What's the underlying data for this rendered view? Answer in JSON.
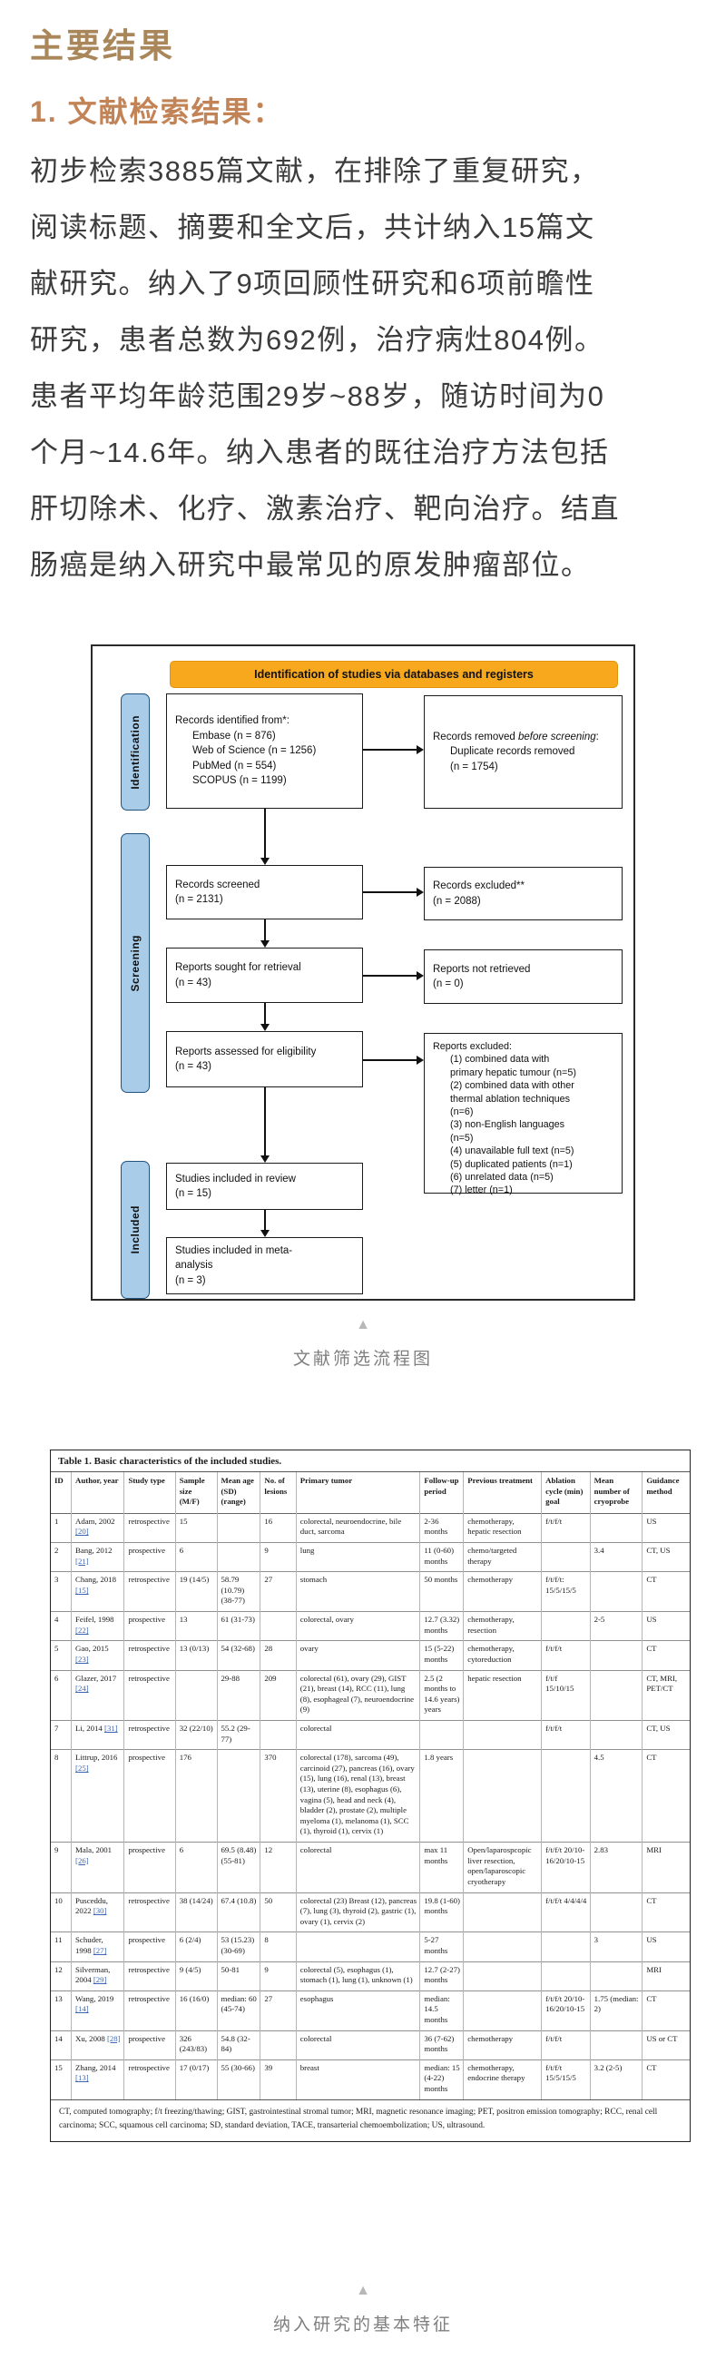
{
  "colors": {
    "title_gold": "#a9875a",
    "heading_copper": "#c28457",
    "banner_amber": "#f8a81d",
    "stage_blue": "#a9cce9",
    "reference_blue": "#3b67b5",
    "caption_gray": "#7f7f7f"
  },
  "title": "主要结果",
  "section_heading": "1. 文献检索结果：",
  "intro": {
    "lines": [
      "初步检索3885篇文献，在排除了重复研究，",
      "阅读标题、摘要和全文后，共计纳入15篇文",
      "献研究。纳入了9项回顾性研究和6项前瞻性",
      "研究，患者总数为692例，治疗病灶804例。",
      "患者平均年龄范围29岁~88岁，随访时间为0",
      "个月~14.6年。纳入患者的既往治疗方法包括",
      "肝切除术、化疗、激素治疗、靶向治疗。结直",
      "肠癌是纳入研究中最常见的原发肿瘤部位。"
    ]
  },
  "flow_diagram": {
    "banner": "Identification of studies via databases and registers",
    "stages": [
      "Identification",
      "Screening",
      "Included"
    ],
    "records_identified": {
      "header": "Records identified from*:",
      "items": [
        "Embase (n = 876)",
        "Web of Science (n = 1256)",
        "PubMed (n = 554)",
        "SCOPUS (n = 1199)"
      ]
    },
    "records_removed": {
      "prefix": "Records removed ",
      "italic": "before screening",
      "suffix": ":",
      "items": [
        "Duplicate records removed",
        "(n = 1754)"
      ]
    },
    "records_screened": [
      "Records screened",
      "(n = 2131)"
    ],
    "records_excluded": [
      "Records excluded**",
      "(n = 2088)"
    ],
    "reports_sought": [
      "Reports sought for retrieval",
      "(n = 43)"
    ],
    "reports_not_retrieved": [
      "Reports not retrieved",
      "(n = 0)"
    ],
    "reports_assessed": [
      "Reports assessed for eligibility",
      "(n = 43)"
    ],
    "reports_excluded": {
      "header": "Reports excluded:",
      "items": [
        "(1) combined data with",
        "primary hepatic tumour (n=5)",
        "(2) combined data with other",
        "thermal ablation techniques",
        "(n=6)",
        "(3) non-English languages",
        "(n=5)",
        "(4) unavailable full text (n=5)",
        "(5) duplicated patients (n=1)",
        "(6) unrelated data (n=5)",
        "(7) letter (n=1)"
      ]
    },
    "included_review": [
      "Studies included in review",
      "(n = 15)"
    ],
    "included_meta": [
      "Studies included in meta-",
      "analysis",
      "(n = 3)"
    ],
    "caption": "文献筛选流程图"
  },
  "table": {
    "title": "Table 1.  Basic characteristics of the included studies.",
    "columns": [
      "ID",
      "Author, year",
      "Study type",
      "Sample size (M/F)",
      "Mean age (SD) (range)",
      "No. of lesions",
      "Primary tumor",
      "Follow-up period",
      "Previous treatment",
      "Ablation cycle (min) goal",
      "Mean number of cryoprobe",
      "Guidance method"
    ],
    "rows": [
      [
        "1",
        "Adam, 2002 [20]",
        "retrospective",
        "15",
        "",
        "16",
        "colorectal, neuroendocrine, bile duct, sarcoma",
        "2-36 months",
        "chemotherapy, hepatic resection",
        "f/t/f/t",
        "",
        "US"
      ],
      [
        "2",
        "Bang, 2012 [21]",
        "prospective",
        "6",
        "",
        "9",
        "lung",
        "11 (0-60) months",
        "chemo/targeted therapy",
        "",
        "3.4",
        "CT, US"
      ],
      [
        "3",
        "Chang, 2018 [15]",
        "retrospective",
        "19 (14/5)",
        "58.79 (10.79) (38-77)",
        "27",
        "stomach",
        "50 months",
        "chemotherapy",
        "f/t/f/t: 15/5/15/5",
        "",
        "CT"
      ],
      [
        "4",
        "Feifel, 1998 [22]",
        "prospective",
        "13",
        "61 (31-73)",
        "",
        "colorectal, ovary",
        "12.7 (3.32) months",
        "chemotherapy, resection",
        "",
        "2-5",
        "US"
      ],
      [
        "5",
        "Gao, 2015 [23]",
        "retrospective",
        "13 (0/13)",
        "54 (32-68)",
        "28",
        "ovary",
        "15 (5-22) months",
        "chemotherapy, cytoreduction",
        "f/t/f/t",
        "",
        "CT"
      ],
      [
        "6",
        "Glazer, 2017 [24]",
        "retrospective",
        "",
        "29-88",
        "209",
        "colorectal (61), ovary (29), GIST (21), breast (14), RCC (11), lung (8), esophageal (7), neuroendocrine (9)",
        "2.5 (2 months to 14.6 years) years",
        "hepatic resection",
        "f/t/f 15/10/15",
        "",
        "CT, MRI, PET/CT"
      ],
      [
        "7",
        "Li, 2014 [31]",
        "retrospective",
        "32 (22/10)",
        "55.2 (29-77)",
        "",
        "colorectal",
        "",
        "",
        "f/t/f/t",
        "",
        "CT, US"
      ],
      [
        "8",
        "Littrup, 2016 [25]",
        "prospective",
        "176",
        "",
        "370",
        "colorectal (178), sarcoma (49), carcinoid (27), pancreas (16), ovary (15), lung (16), renal (13), breast (13), uterine (8), esophagus (6), vagina (5), head and neck (4), bladder (2), prostate (2), multiple myeloma (1), melanoma (1), SCC (1), thyroid (1), cervix (1)",
        "1.8 years",
        "",
        "",
        "4.5",
        "CT"
      ],
      [
        "9",
        "Mala, 2001 [26]",
        "prospective",
        "6",
        "69.5 (8.48) (55-81)",
        "12",
        "colorectal",
        "max 11 months",
        "Open/laparospcopic liver resection, open/laparoscopic cryotherapy",
        "f/t/f/t 20/10-16/20/10-15",
        "2.83",
        "MRI"
      ],
      [
        "10",
        "Pusceddu, 2022 [30]",
        "retrospective",
        "38 (14/24)",
        "67.4 (10.8)",
        "50",
        "colorectal (23) Breast (12), pancreas (7), lung (3), thyroid (2), gastric (1), ovary (1), cervix (2)",
        "19.8 (1-60) months",
        "",
        "f/t/f/t 4/4/4/4",
        "",
        "CT"
      ],
      [
        "11",
        "Schuder, 1998 [27]",
        "prospective",
        "6 (2/4)",
        "53 (15.23) (30-69)",
        "8",
        "",
        "5-27 months",
        "",
        "",
        "3",
        "US"
      ],
      [
        "12",
        "Silverman, 2004 [29]",
        "retrospective",
        "9 (4/5)",
        "50-81",
        "9",
        "colorectal (5), esophagus (1), stomach (1), lung (1), unknown (1)",
        "12.7 (2-27) months",
        "",
        "",
        "",
        "MRI"
      ],
      [
        "13",
        "Wang, 2019 [14]",
        "retrospective",
        "16 (16/0)",
        "median: 60 (45-74)",
        "27",
        "esophagus",
        "median: 14.5 months",
        "",
        "f/t/f/t 20/10-16/20/10-15",
        "1.75 (median: 2)",
        "CT"
      ],
      [
        "14",
        "Xu, 2008 [28]",
        "prospective",
        "326 (243/83)",
        "54.8 (32-84)",
        "",
        "colorectal",
        "36 (7-62) months",
        "chemotherapy",
        "f/t/f/t",
        "",
        "US or CT"
      ],
      [
        "15",
        "Zhang, 2014 [13]",
        "retrospective",
        "17 (0/17)",
        "55 (30-66)",
        "39",
        "breast",
        "median: 15 (4-22) months",
        "chemotherapy, endocrine therapy",
        "f/t/f/t 15/5/15/5",
        "3.2 (2-5)",
        "CT"
      ]
    ],
    "footnote": "CT, computed tomography; f/t freezing/thawing; GIST, gastrointestinal stromal tumor; MRI, magnetic resonance imaging; PET, positron emission tomography; RCC, renal cell carcinoma; SCC, squamous cell carcinoma; SD, standard deviation, TACE, transarterial chemoembolization; US, ultrasound.",
    "caption": "纳入研究的基本特征"
  }
}
